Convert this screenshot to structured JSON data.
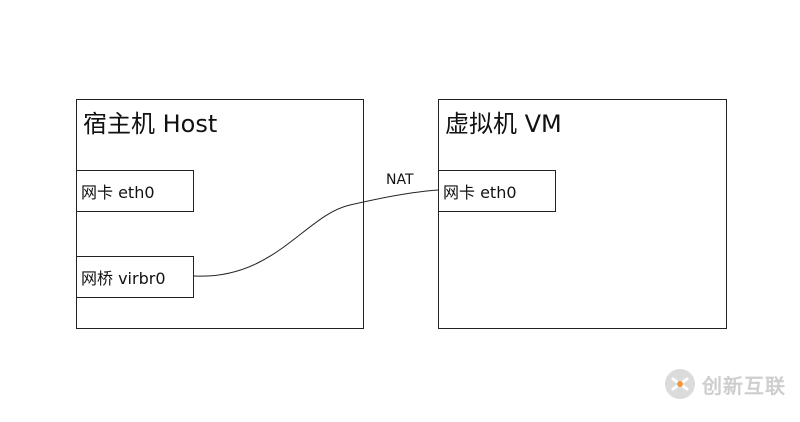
{
  "host": {
    "title": "宿主机 Host",
    "nic_label": "网卡 eth0",
    "bridge_label": "网桥 virbr0"
  },
  "vm": {
    "title": "虚拟机 VM",
    "nic_label": "网卡 eth0"
  },
  "connection": {
    "label": "NAT"
  },
  "watermark": {
    "text": "创新互联"
  },
  "colors": {
    "line": "#222222",
    "watermark": "#c9c9c9"
  }
}
